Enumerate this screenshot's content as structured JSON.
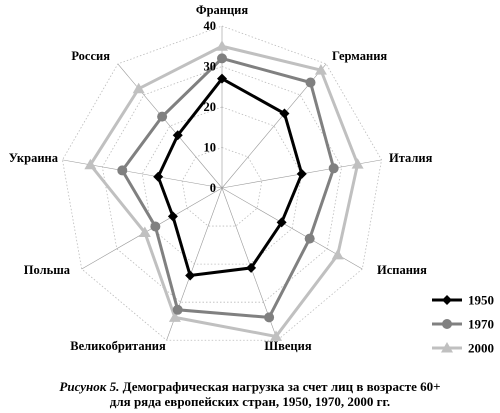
{
  "chart_data": {
    "type": "radar",
    "categories": [
      "Франция",
      "Германия",
      "Италия",
      "Испания",
      "Швеция",
      "Великобритания",
      "Польша",
      "Украина",
      "Россия"
    ],
    "radial_ticks": [
      0,
      10,
      20,
      30,
      40
    ],
    "rlim": [
      0,
      40
    ],
    "legend_position": "bottom-right",
    "series": [
      {
        "name": "1950",
        "color": "#000000",
        "marker": "diamond",
        "values": [
          27,
          24,
          20,
          17,
          21,
          23,
          14,
          16,
          17
        ]
      },
      {
        "name": "1970",
        "color": "#808080",
        "marker": "circle",
        "values": [
          32,
          34,
          28,
          25,
          34,
          32,
          19,
          25,
          23
        ]
      },
      {
        "name": "2000",
        "color": "#c0c0c0",
        "marker": "triangle",
        "values": [
          35,
          38,
          34,
          33,
          39,
          34,
          22,
          33,
          32
        ]
      }
    ]
  },
  "caption": {
    "fig_label": "Рисунок 5.",
    "line1": " Демографическая нагрузка за счет лиц в возрасте 60+",
    "line2": "для ряда европейских стран, 1950, 1970, 2000 гг."
  }
}
